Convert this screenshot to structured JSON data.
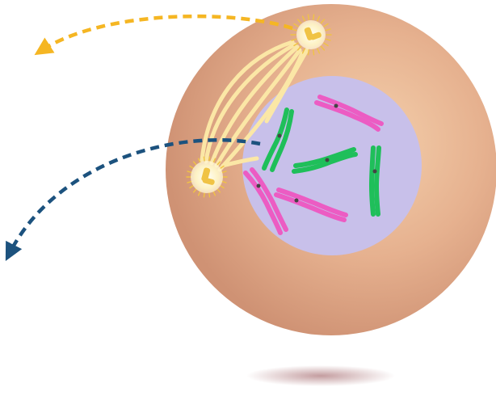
{
  "colors": {
    "background": "#ffffff",
    "cell_light": "#f4d0ac",
    "cell_mid": "#e6b18f",
    "cell_dark": "#cf9274",
    "nucleus": "#c8c0ea",
    "spindle_fiber": "#fbe7a6",
    "centrosome_halo": "#fdf2c4",
    "centrosome_core": "#f0c344",
    "chromosome_green": "#1fbf5a",
    "chromosome_pink": "#ec5cc3",
    "centromere": "#444444",
    "arrow_orange": "#f5b623",
    "arrow_blue": "#1c527e",
    "shadow": "#b98b8e"
  },
  "elements": {
    "centrosomes": 2,
    "chromosomes_green": 3,
    "chromosomes_pink": 3,
    "spindle_fibers": 7,
    "arrows": [
      "orange-dashed",
      "blue-dashed"
    ]
  }
}
